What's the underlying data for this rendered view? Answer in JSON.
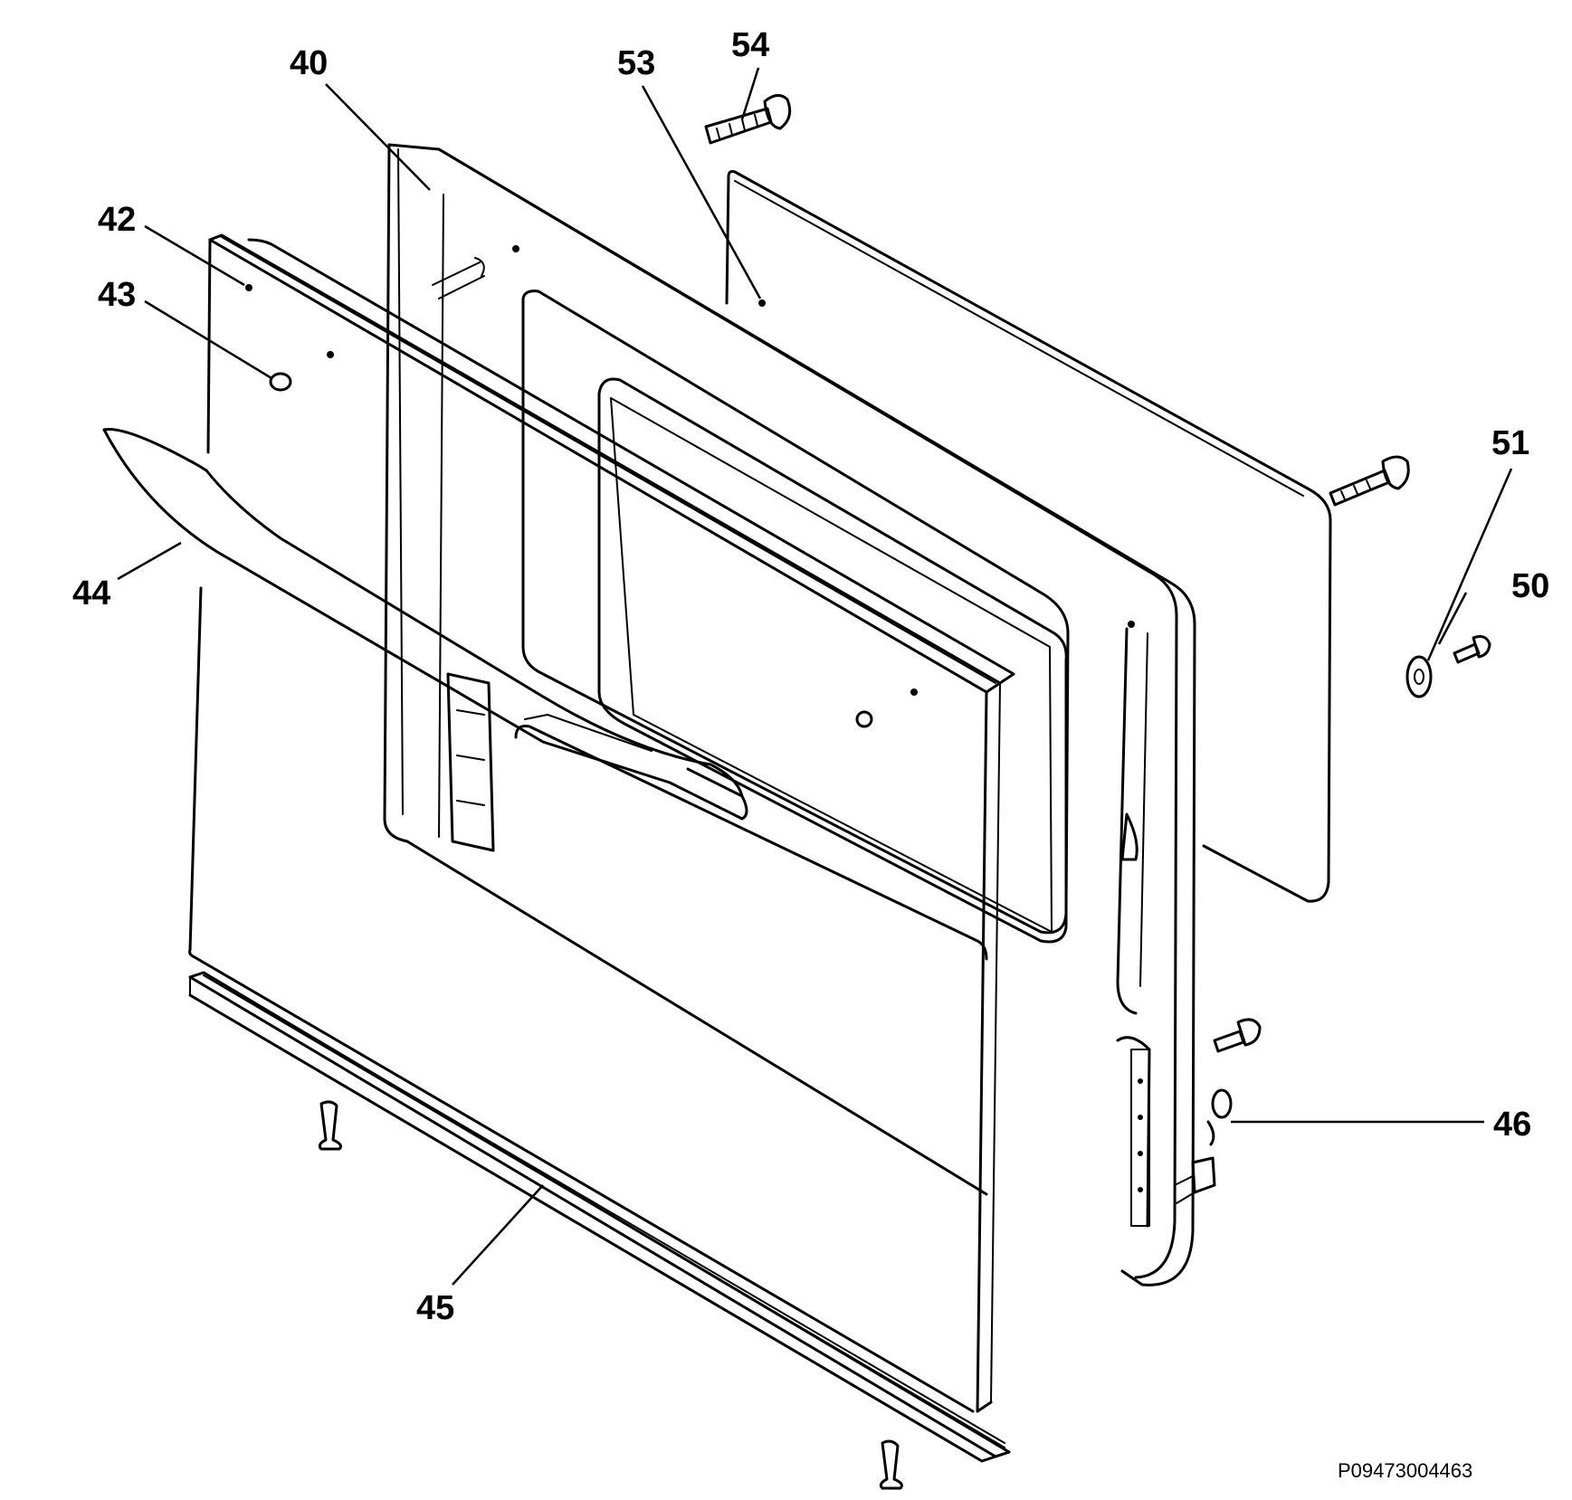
{
  "callouts": {
    "c40": "40",
    "c42": "42",
    "c43": "43",
    "c44": "44",
    "c45": "45",
    "c46": "46",
    "c50": "50",
    "c51": "51",
    "c53": "53",
    "c54": "54"
  },
  "reference_code": "P09473004463"
}
